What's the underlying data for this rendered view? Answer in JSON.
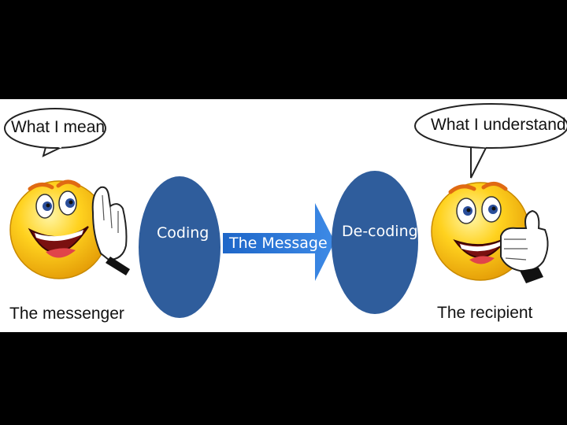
{
  "messenger": {
    "thought": "What I mean",
    "caption": "The messenger"
  },
  "recipient": {
    "thought": "What I understand",
    "caption": "The recipient"
  },
  "flow": {
    "coding_label": "Coding",
    "message_label": "The Message",
    "decoding_label": "De-coding"
  },
  "colors": {
    "background": "#000000",
    "panel": "#ffffff",
    "oval": "#2f5d9c",
    "arrow": "#2e7bd6",
    "face": "#f5c21a",
    "mouth": "#7a1010"
  },
  "icons": [
    "speech-bubble-icon",
    "smiley-shouting-icon",
    "smiley-thumbs-up-icon",
    "arrow-right-icon"
  ]
}
